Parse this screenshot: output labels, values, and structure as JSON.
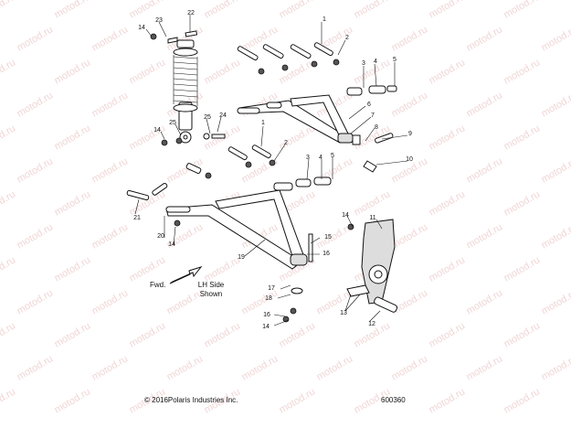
{
  "watermark": "motod.ru",
  "callouts": [
    "1",
    "2",
    "3",
    "4",
    "5",
    "6",
    "7",
    "8",
    "9",
    "10",
    "11",
    "12",
    "13",
    "14",
    "15",
    "16",
    "17",
    "18",
    "19",
    "20",
    "21",
    "22",
    "23",
    "24",
    "25"
  ],
  "direction_label": "Fwd.",
  "side_note": {
    "line1": "LH Side",
    "line2": "Shown"
  },
  "copyright": "© 2016Polaris Industries Inc.",
  "diagram_number": "600360"
}
